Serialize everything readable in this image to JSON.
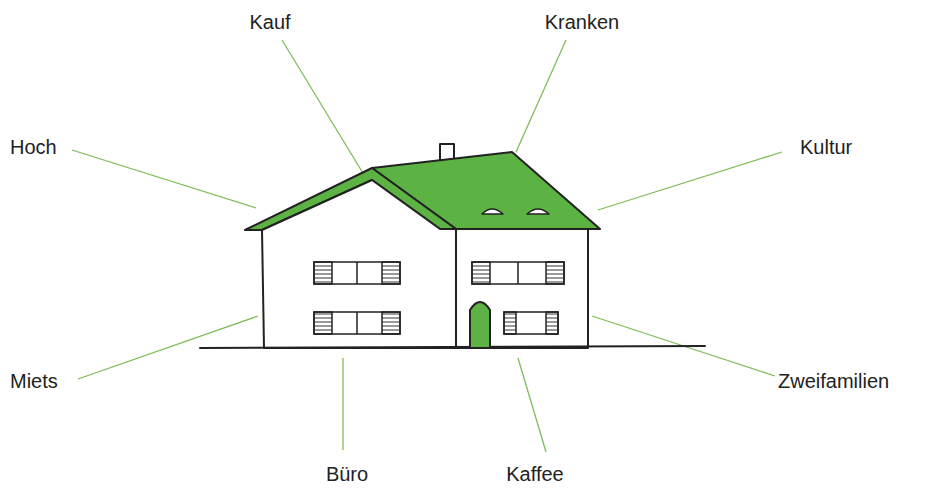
{
  "diagram": {
    "labels": [
      "Kauf",
      "Kranken",
      "Hoch",
      "Kultur",
      "Miets",
      "Zweifamilien",
      "Büro",
      "Kaffee"
    ]
  }
}
